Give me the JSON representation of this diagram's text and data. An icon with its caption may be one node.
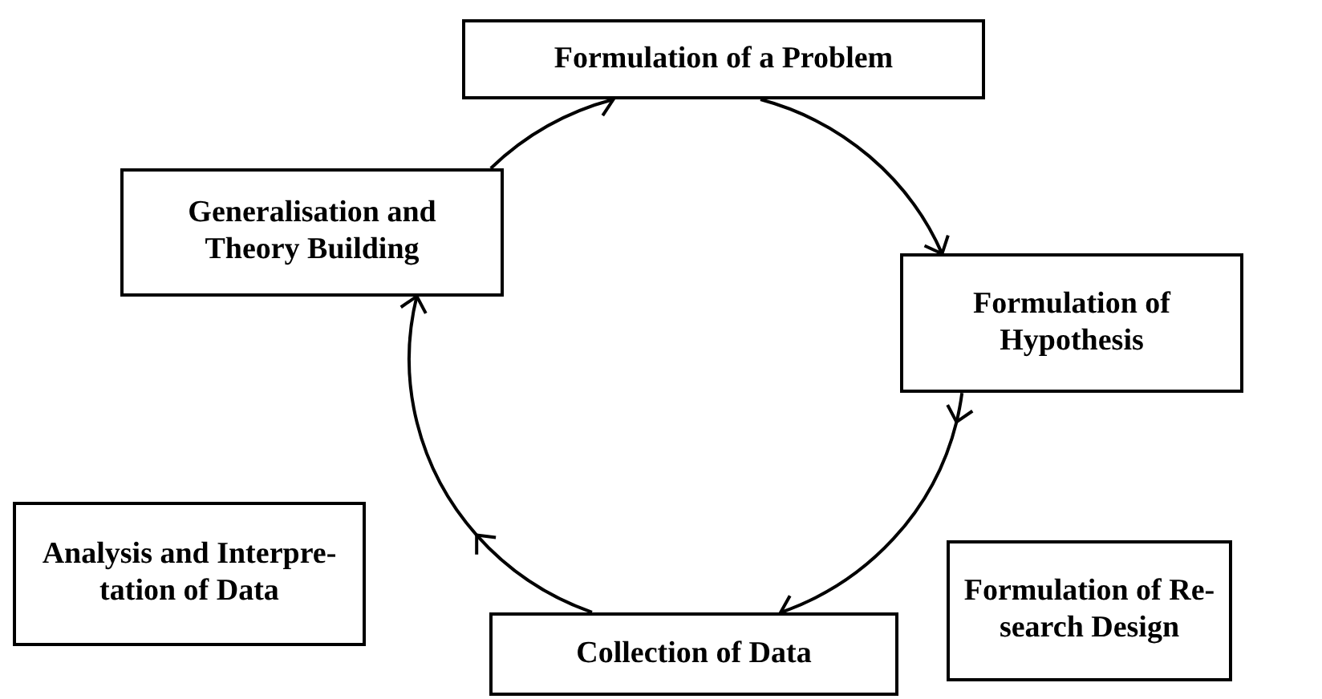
{
  "diagram": {
    "nodes": [
      {
        "text": [
          "Formulation of a Problem"
        ]
      },
      {
        "text": [
          "Generalisation and Theory Building"
        ]
      },
      {
        "text": [
          "Formulation of Hypothesis"
        ]
      },
      {
        "text": [
          "Analysis and Interpre- tation of Data"
        ]
      },
      {
        "text": [
          "Formulation of Re- search Design"
        ]
      },
      {
        "text": [
          "Collection of Data"
        ]
      }
    ],
    "edges": [
      {
        "from": 0,
        "to": 2,
        "arrow": "to"
      },
      {
        "from": 2,
        "to": 5,
        "arrow": "to"
      },
      {
        "from": 5,
        "to": 1,
        "arrow": "to"
      },
      {
        "from": 1,
        "to": 0,
        "arrow": "to"
      }
    ]
  }
}
